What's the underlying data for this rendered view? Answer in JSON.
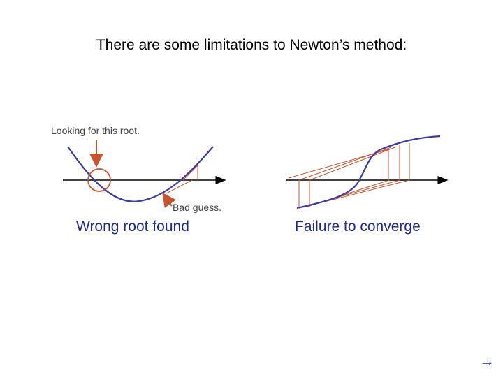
{
  "slide": {
    "title": "There are some limitations to Newton’s method:"
  },
  "left_diagram": {
    "root_label": "Looking for this root.",
    "guess_label": "Bad guess.",
    "caption": "Wrong root found"
  },
  "right_diagram": {
    "caption": "Failure to converge"
  },
  "colors": {
    "curve": "#3a3aa8",
    "tangent": "#c8542c",
    "axis": "#000000",
    "caption": "#1f2a8f"
  },
  "nav": {
    "next_icon": "arrow-right-icon"
  }
}
